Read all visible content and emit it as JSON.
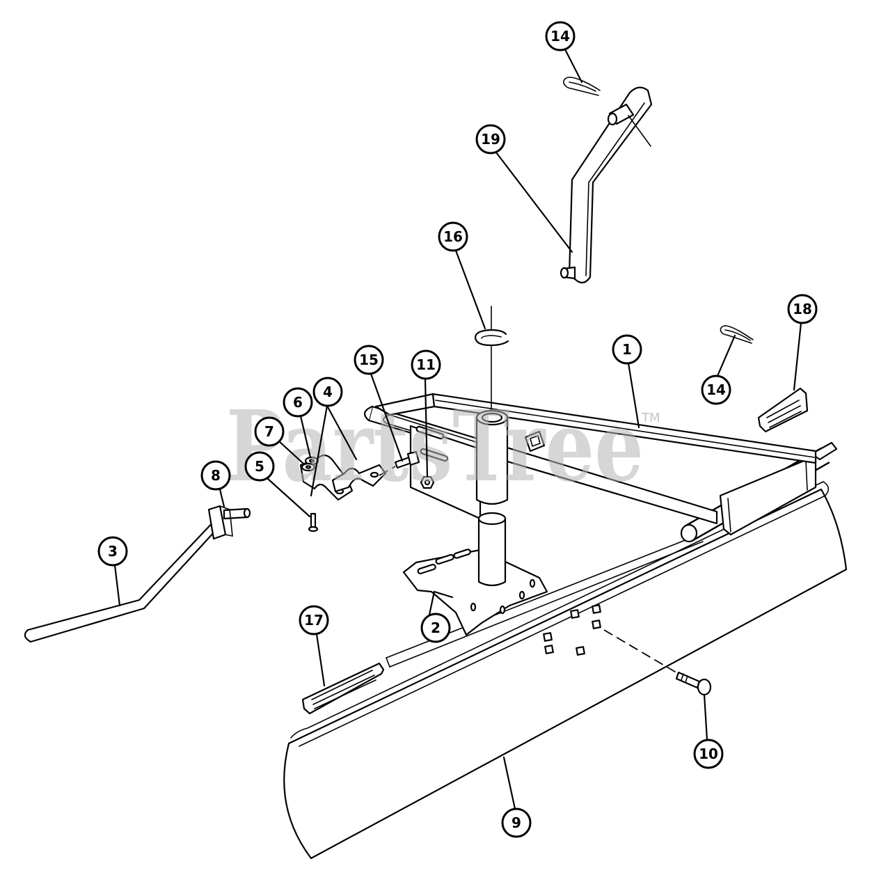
{
  "watermark": {
    "text": "PartsTree",
    "tm": "TM"
  },
  "callouts": [
    "14",
    "19",
    "16",
    "18",
    "1",
    "14",
    "15",
    "11",
    "6",
    "4",
    "7",
    "5",
    "8",
    "3",
    "17",
    "2",
    "10",
    "9"
  ]
}
